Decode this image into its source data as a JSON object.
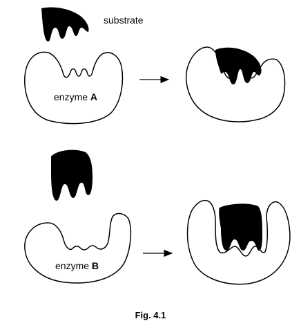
{
  "labels": {
    "substrate": "substrate",
    "enzyme_a_prefix": "enzyme ",
    "enzyme_a_letter": "A",
    "enzyme_b_prefix": "enzyme ",
    "enzyme_b_letter": "B"
  },
  "caption": "Fig. 4.1"
}
